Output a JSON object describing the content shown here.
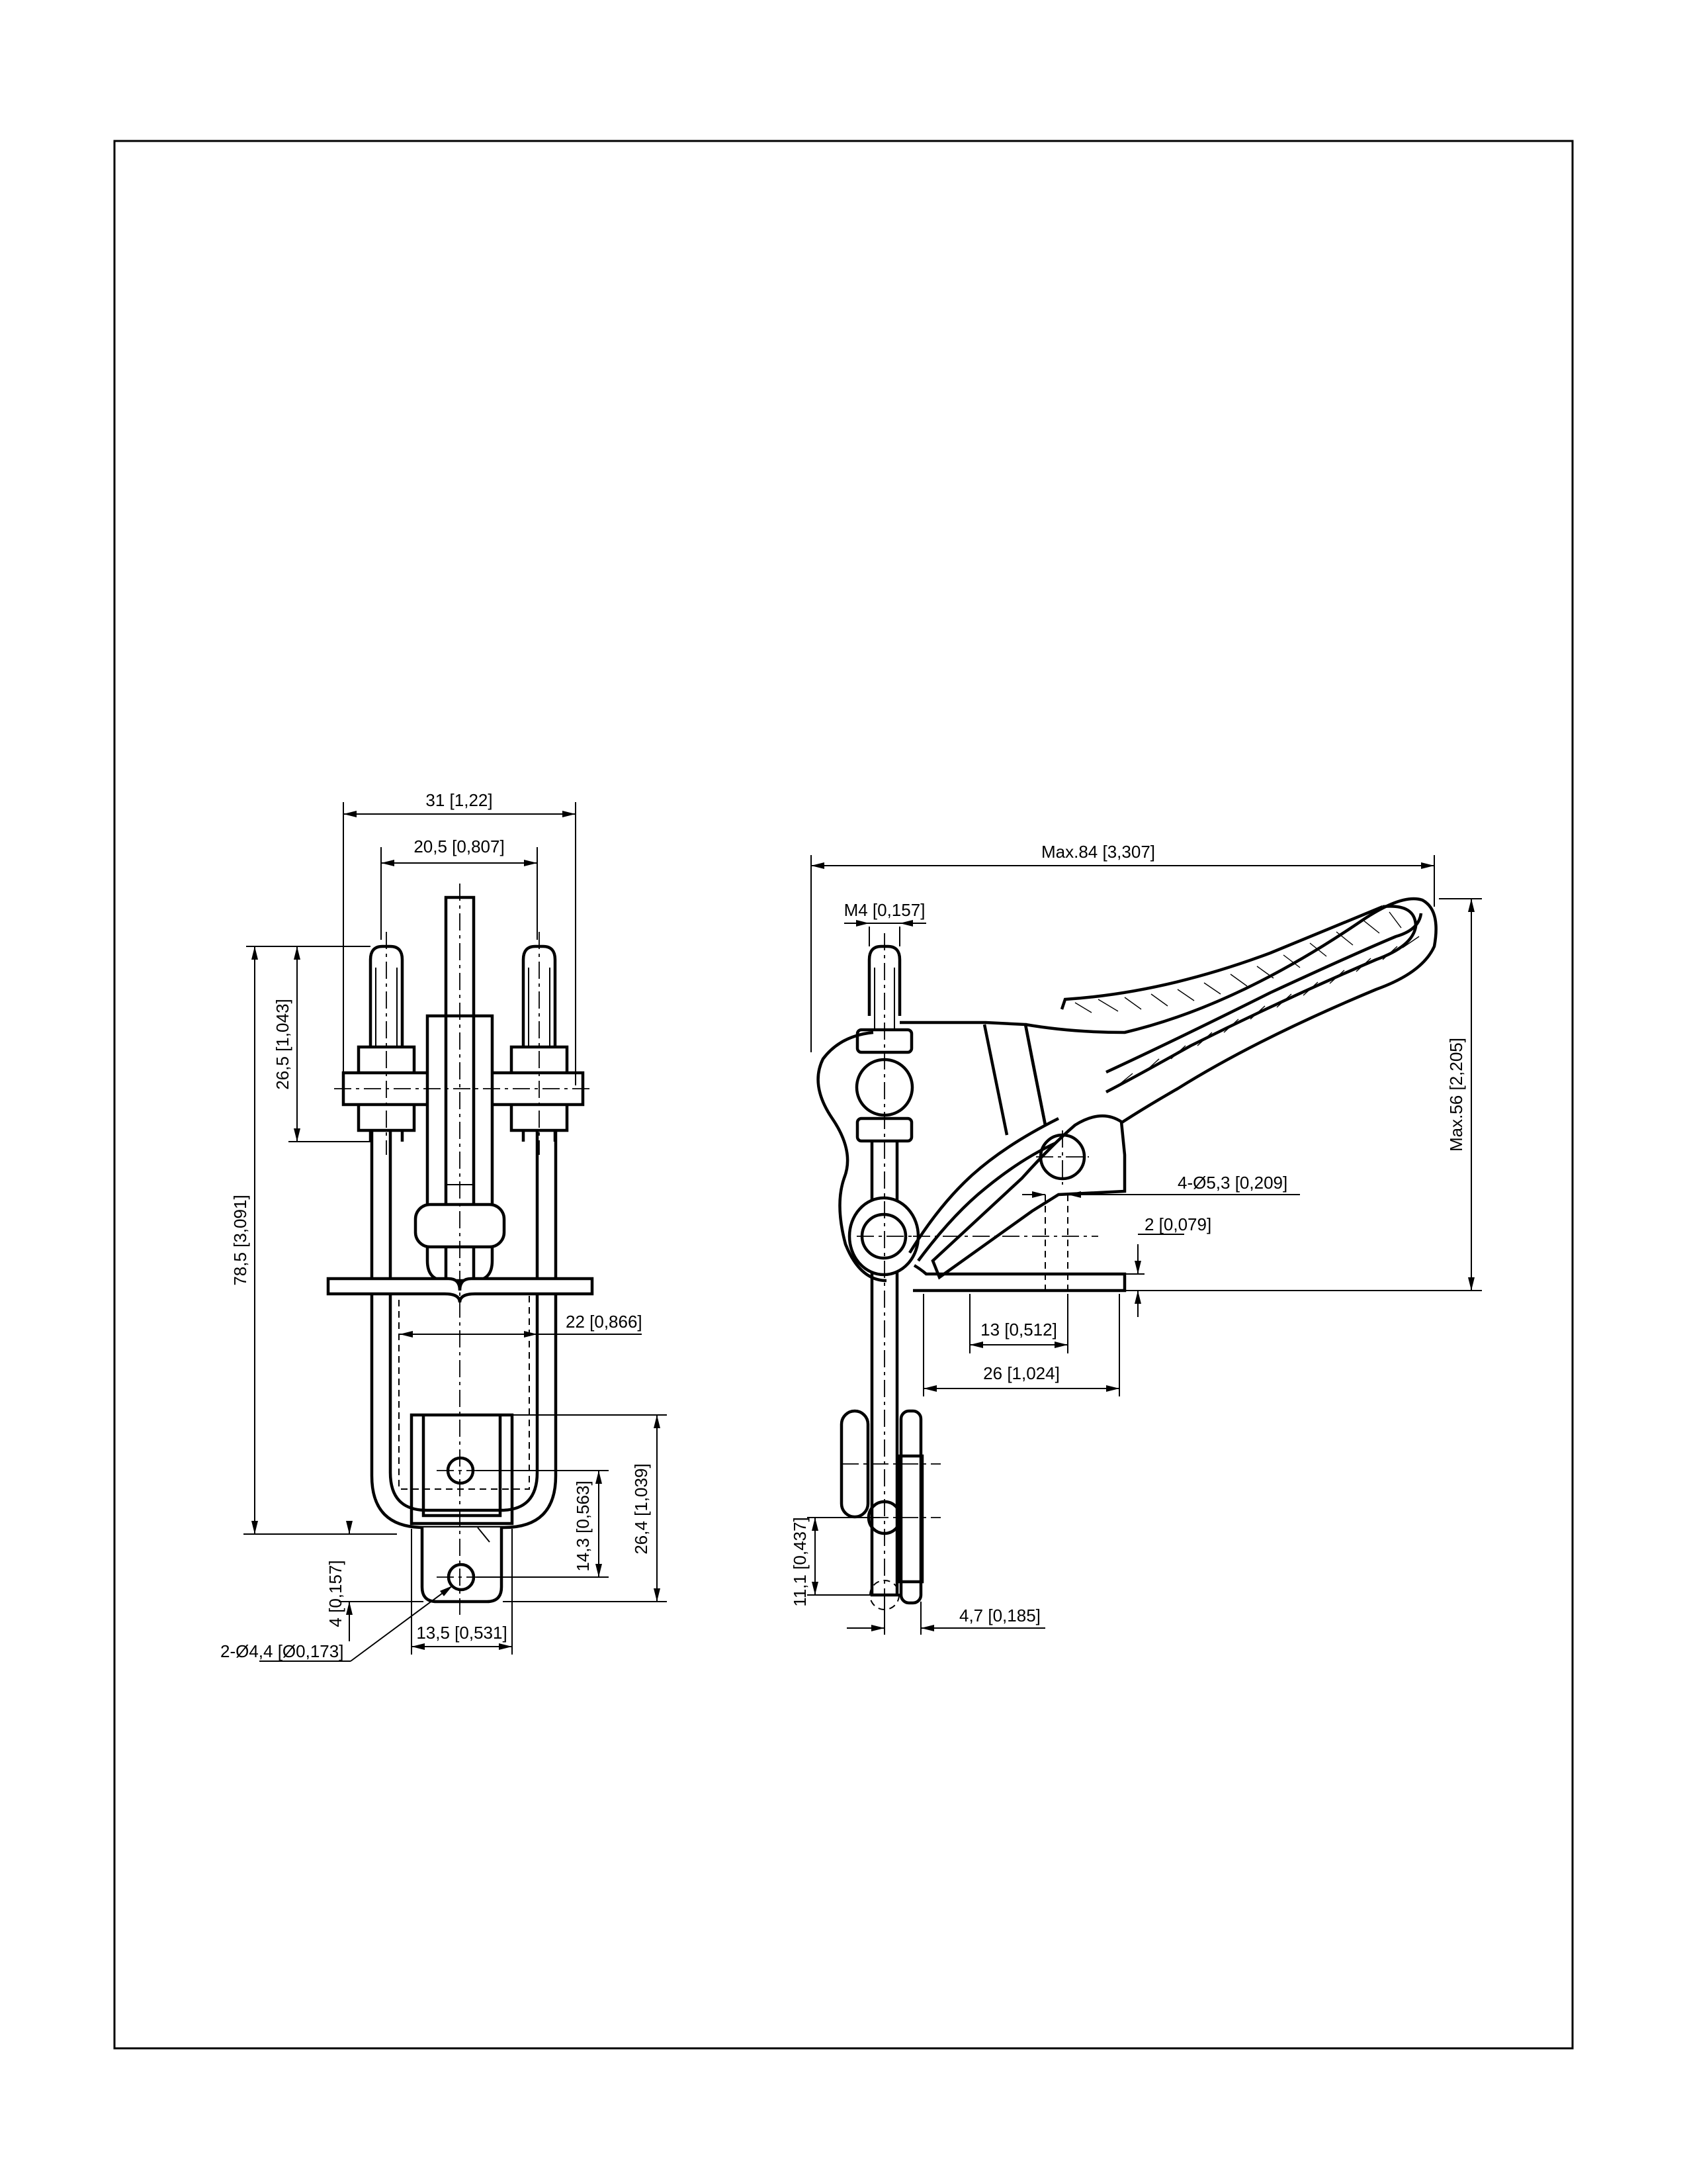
{
  "drawing": {
    "front_view": {
      "dim_overall_width": "31 [1,22]",
      "dim_bolt_spacing": "20,5 [0,807]",
      "dim_thread_length": "26,5 [1,043]",
      "dim_total_height": "78,5 [3,091]",
      "dim_inner_width": "22 [0,866]",
      "dim_bracket_height": "26,4 [1,039]",
      "dim_hole_spacing": "14,3 [0,563]",
      "dim_lug_offset": "4 [0,157]",
      "dim_lug_width": "13,5 [0,531]",
      "dim_hole_diameter": "2-Ø4,4 [Ø0,173]"
    },
    "side_view": {
      "dim_max_length": "Max.84 [3,307]",
      "dim_thread": "M4 [0,157]",
      "dim_max_height": "Max.56 [2,205]",
      "dim_mount_holes": "4-Ø5,3 [0,209]",
      "dim_base_thickness": "2 [0,079]",
      "dim_hole_spacing": "13 [0,512]",
      "dim_base_length": "26 [1,024]",
      "dim_lug_height": "11,1 [0,437]",
      "dim_lug_thickness": "4,7 [0,185]"
    }
  }
}
